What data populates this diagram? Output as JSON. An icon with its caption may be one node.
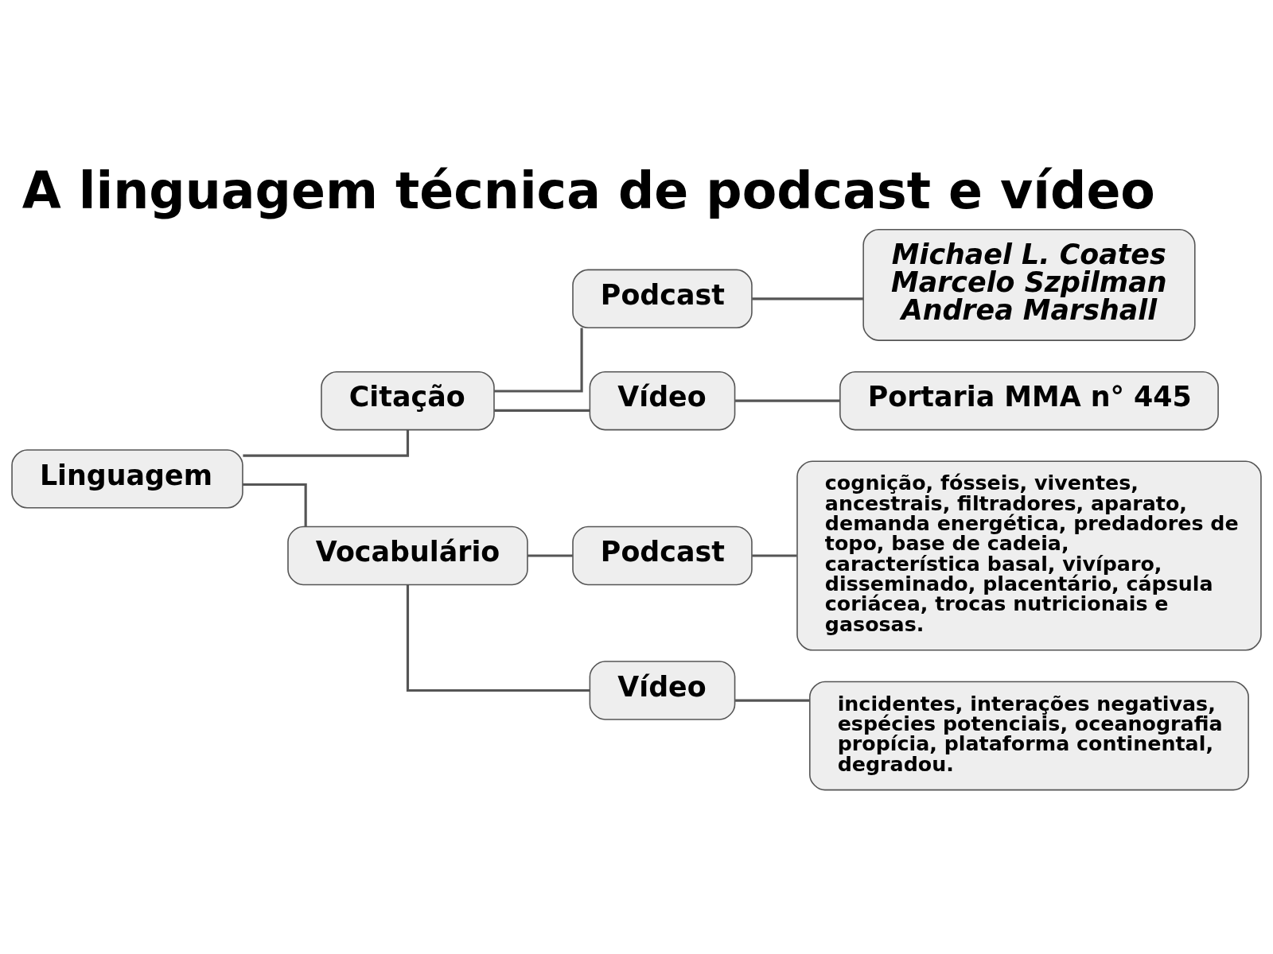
{
  "diagram": {
    "title": "A linguagem técnica de podcast e vídeo",
    "nodes": [
      {
        "text": [
          "Linguagem"
        ]
      },
      {
        "text": [
          "Citação"
        ]
      },
      {
        "text": [
          "Podcast"
        ]
      },
      {
        "text": [
          "Michael L. Coates",
          "Marcelo Szpilman",
          "Andrea Marshall"
        ]
      },
      {
        "text": [
          "Vídeo"
        ]
      },
      {
        "text": [
          "Portaria MMA n° 445"
        ]
      },
      {
        "text": [
          "Vocabulário"
        ]
      },
      {
        "text": [
          "Podcast"
        ]
      },
      {
        "text": [
          "cognição, fósseis, viventes, ancestrais, filtradores, aparato, demanda energética, predadores de topo, base de cadeia, característica basal, vivíparo, disseminado, placentário, cápsula coriácea, trocas nutricionais e gasosas."
        ]
      },
      {
        "text": [
          "Vídeo"
        ]
      },
      {
        "text": [
          "incidentes, interações negativas, espécies potenciais, oceanografia propícia, plataforma continental, degradou."
        ]
      }
    ],
    "edges": [
      {
        "from": 0,
        "to": 1,
        "arrow": "none"
      },
      {
        "from": 0,
        "to": 6,
        "arrow": "none"
      },
      {
        "from": 1,
        "to": 2,
        "arrow": "none"
      },
      {
        "from": 1,
        "to": 4,
        "arrow": "none"
      },
      {
        "from": 2,
        "to": 3,
        "arrow": "none"
      },
      {
        "from": 4,
        "to": 5,
        "arrow": "none"
      },
      {
        "from": 6,
        "to": 7,
        "arrow": "none"
      },
      {
        "from": 6,
        "to": 9,
        "arrow": "none"
      },
      {
        "from": 7,
        "to": 8,
        "arrow": "none"
      },
      {
        "from": 9,
        "to": 10,
        "arrow": "none"
      }
    ]
  }
}
